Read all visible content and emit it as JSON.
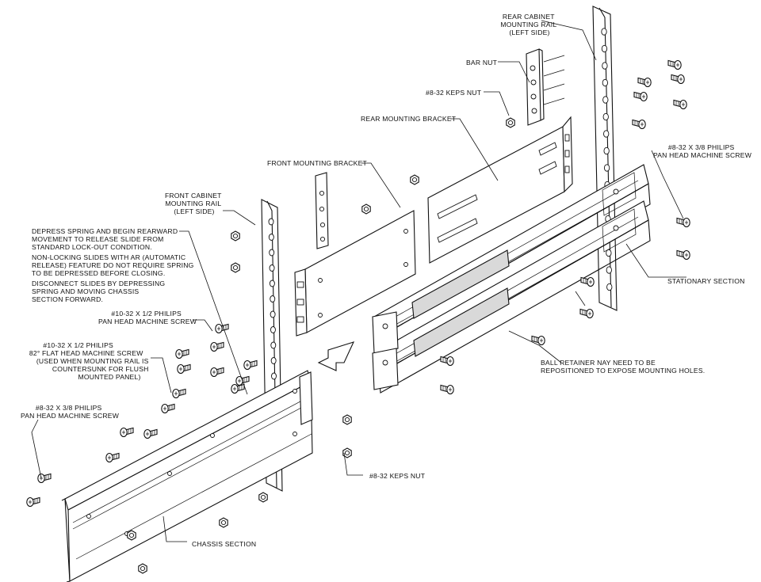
{
  "labels": {
    "rear_rail": [
      "REAR CABINET",
      "MOUNTING RAIL",
      "(LEFT SIDE)"
    ],
    "bar_nut": [
      "BAR NUT"
    ],
    "keps_nut_top": [
      "#8-32 KEPS NUT"
    ],
    "rear_bracket": [
      "REAR MOUNTING BRACKET"
    ],
    "front_bracket": [
      "FRONT MOUNTING BRACKET"
    ],
    "front_rail": [
      "FRONT CABINET",
      "MOUNTING RAIL",
      "(LEFT SIDE)"
    ],
    "instructions": [
      "DEPRESS SPRING AND BEGIN REARWARD",
      "MOVEMENT TO RELEASE SLIDE FROM",
      "STANDARD LOCK-OUT CONDITION.",
      "NON-LOCKING SLIDES WITH AR (AUTOMATIC",
      "RELEASE) FEATURE DO NOT REQUIRE SPRING",
      "TO BE DEPRESSED BEFORE CLOSING.",
      "DISCONNECT SLIDES BY DEPRESSING",
      "SPRING AND MOVING CHASSIS",
      "SECTION FORWARD."
    ],
    "screw_10_32_pan": [
      "#10-32 X 1/2 PHILIPS",
      "PAN HEAD MACHINE SCREW"
    ],
    "screw_10_32_flat": [
      "#10-32 X 1/2 PHILIPS",
      "82° FLAT HEAD MACHINE SCREW",
      "(USED WHEN MOUNTING RAIL IS",
      "COUNTERSUNK FOR FLUSH",
      "MOUNTED PANEL)"
    ],
    "screw_8_32_left": [
      "#8-32 X 3/8 PHILIPS",
      "PAN HEAD MACHINE SCREW"
    ],
    "screw_8_32_right": [
      "#8-32 X 3/8 PHILIPS",
      "PAN HEAD MACHINE SCREW"
    ],
    "stationary": [
      "STATIONARY SECTION"
    ],
    "ball_retainer": [
      "BALL RETAINER NAY NEED TO BE",
      "REPOSITIONED TO EXPOSE MOUNTING HOLES."
    ],
    "keps_nut_bottom": [
      "#8-32 KEPS NUT"
    ],
    "chassis": [
      "CHASSIS SECTION"
    ]
  }
}
